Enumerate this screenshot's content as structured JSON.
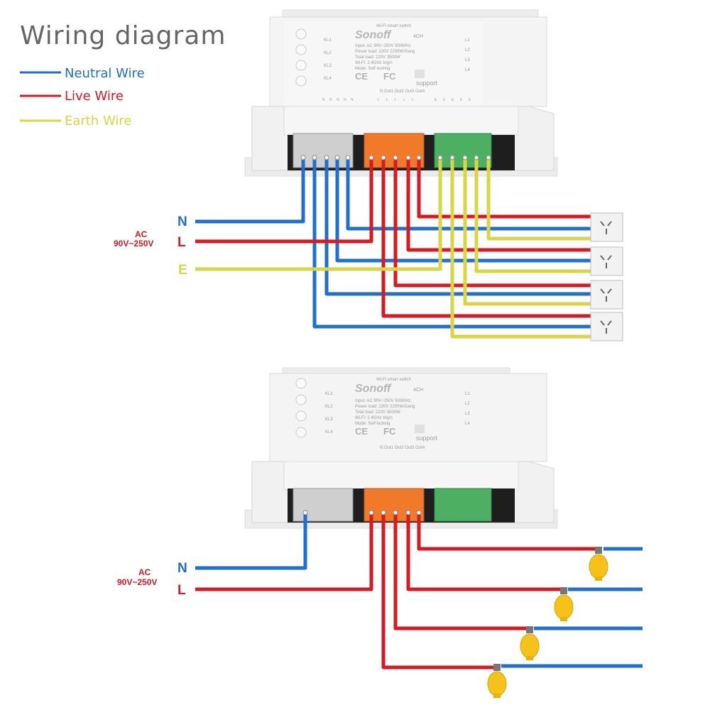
{
  "title": "Wiring diagram",
  "legend": [
    {
      "label": "Neutral Wire",
      "color": "#1e6fd0"
    },
    {
      "label": "Live Wire",
      "color": "#d71920"
    },
    {
      "label": "Earth Wire",
      "color": "#d8d646"
    }
  ],
  "colors": {
    "neutral": "#1e6fd0",
    "live": "#d71920",
    "earth": "#d8d646"
  },
  "device": {
    "brand": "Sonoff",
    "model": "4CH",
    "subtitle": "Wi-Fi smart switch",
    "specs": [
      "Input: AC 90V~250V 50/60Hz",
      "Power load: 220V 2200W/Gang",
      "Total load: 220V 3500W",
      "Wi-Fi: 2.4GHz b/g/n",
      "Mode: Self-locking"
    ],
    "relay_labels_left": [
      "KL1",
      "KL2",
      "KL3",
      "KL4"
    ],
    "relay_labels_right": [
      "L1",
      "L2",
      "L3",
      "L4"
    ],
    "marks": [
      "CE",
      "FC"
    ],
    "support": "support",
    "terminal_caption": "N  Out1  Out2  Out3  Out4",
    "terminal_left": [
      "N",
      "N",
      "N",
      "N",
      "N"
    ],
    "terminal_mid": [
      "L",
      "L",
      "L",
      "L",
      "L"
    ],
    "terminal_right": [
      "E",
      "E",
      "E",
      "E",
      "E"
    ]
  },
  "top_supply": {
    "ac": "AC",
    "voltage": "90V~250V",
    "lines": [
      "N",
      "L",
      "E"
    ]
  },
  "bottom_supply": {
    "ac": "AC",
    "voltage": "90V~250V",
    "lines": [
      "N",
      "L"
    ]
  },
  "outlet_icons": [
    "socket-icon",
    "socket-icon",
    "socket-icon",
    "socket-icon"
  ],
  "lamp_icons": [
    "bulb-icon",
    "bulb-icon",
    "bulb-icon",
    "bulb-icon"
  ]
}
